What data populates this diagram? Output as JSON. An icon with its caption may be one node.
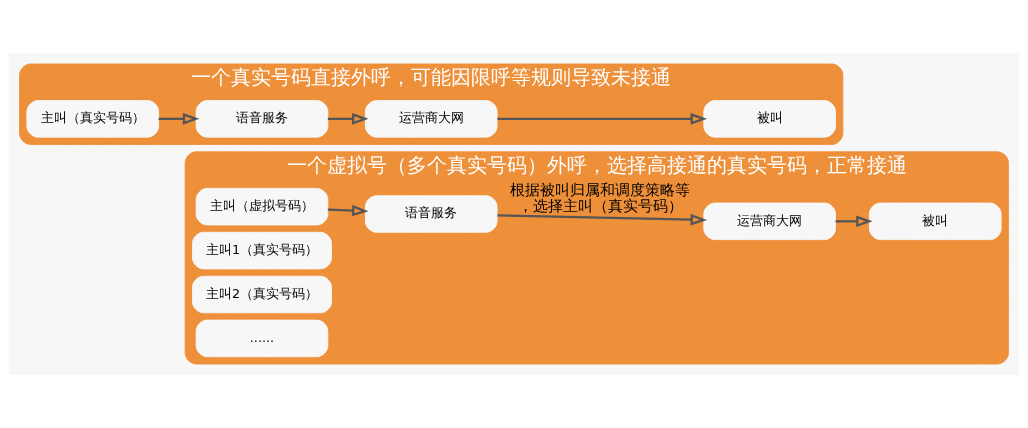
{
  "diagram": {
    "nodes": [
      {
        "text": [
          "一个真实号码直接外呼，可能因限呼等规则导致未接通"
        ]
      },
      {
        "text": [
          "主叫（真实号码）"
        ],
        "in": 0
      },
      {
        "text": [
          "语音服务"
        ],
        "in": 0
      },
      {
        "text": [
          "运营商大网"
        ],
        "in": 0
      },
      {
        "text": [
          "被叫"
        ],
        "in": 0
      },
      {
        "text": [
          "一个虚拟号（多个真实号码）外呼，选择高接通的真实号码，正常接通"
        ]
      },
      {
        "text": [
          "主叫（虚拟号码）"
        ],
        "in": 5
      },
      {
        "text": [
          "主叫1（真实号码）"
        ],
        "in": 5
      },
      {
        "text": [
          "主叫2（真实号码）"
        ],
        "in": 5
      },
      {
        "text": [
          "......"
        ],
        "in": 5
      },
      {
        "text": [
          "语音服务"
        ],
        "in": 5
      },
      {
        "text": [
          "运营商大网"
        ],
        "in": 5
      },
      {
        "text": [
          "被叫"
        ],
        "in": 5
      }
    ],
    "edges": [
      {
        "from": 1,
        "to": 2,
        "arrow": "to"
      },
      {
        "from": 2,
        "to": 3,
        "arrow": "to"
      },
      {
        "from": 3,
        "to": 4,
        "arrow": "to"
      },
      {
        "from": 6,
        "to": 10,
        "arrow": "to"
      },
      {
        "from": 10,
        "to": 11,
        "arrow": "to",
        "label": "根据被叫归属和调度策略等，选择主叫（真实号码）"
      },
      {
        "from": 11,
        "to": 12,
        "arrow": "to"
      }
    ]
  }
}
